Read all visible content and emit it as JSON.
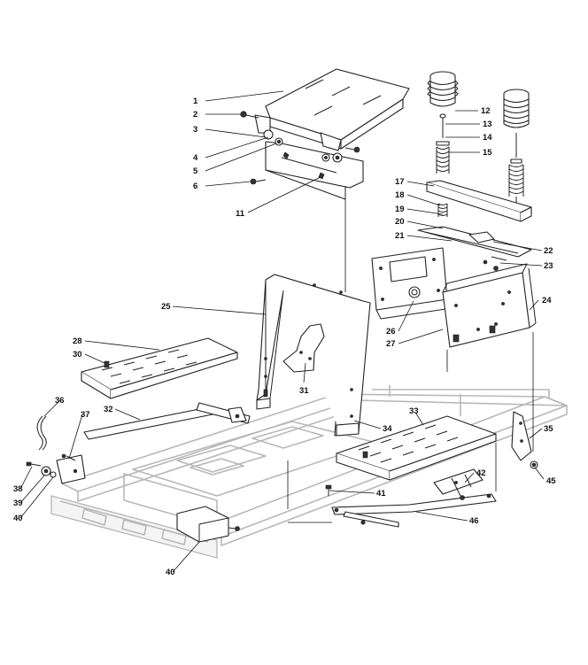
{
  "callouts": [
    {
      "id": "1",
      "text": "1"
    },
    {
      "id": "2",
      "text": "2"
    },
    {
      "id": "3",
      "text": "3"
    },
    {
      "id": "4",
      "text": "4"
    },
    {
      "id": "5",
      "text": "5"
    },
    {
      "id": "6",
      "text": "6"
    },
    {
      "id": "11",
      "text": "11"
    },
    {
      "id": "12",
      "text": "12"
    },
    {
      "id": "13",
      "text": "13"
    },
    {
      "id": "14",
      "text": "14"
    },
    {
      "id": "15",
      "text": "15"
    },
    {
      "id": "17",
      "text": "17"
    },
    {
      "id": "18",
      "text": "18"
    },
    {
      "id": "19",
      "text": "19"
    },
    {
      "id": "20",
      "text": "20"
    },
    {
      "id": "21",
      "text": "21"
    },
    {
      "id": "22",
      "text": "22"
    },
    {
      "id": "23",
      "text": "23"
    },
    {
      "id": "24",
      "text": "24"
    },
    {
      "id": "25",
      "text": "25"
    },
    {
      "id": "26",
      "text": "26"
    },
    {
      "id": "27",
      "text": "27"
    },
    {
      "id": "28",
      "text": "28"
    },
    {
      "id": "30",
      "text": "30"
    },
    {
      "id": "31",
      "text": "31"
    },
    {
      "id": "32",
      "text": "32"
    },
    {
      "id": "33",
      "text": "33"
    },
    {
      "id": "34",
      "text": "34"
    },
    {
      "id": "35",
      "text": "35"
    },
    {
      "id": "36",
      "text": "36"
    },
    {
      "id": "37",
      "text": "37"
    },
    {
      "id": "38",
      "text": "38"
    },
    {
      "id": "39",
      "text": "39"
    },
    {
      "id": "40a",
      "text": "40"
    },
    {
      "id": "40b",
      "text": "40"
    },
    {
      "id": "41",
      "text": "41"
    },
    {
      "id": "42",
      "text": "42"
    },
    {
      "id": "45",
      "text": "45"
    },
    {
      "id": "46",
      "text": "46"
    }
  ],
  "colors": {
    "line": "#222222",
    "frame": "#b8b8b8",
    "background": "#ffffff"
  }
}
